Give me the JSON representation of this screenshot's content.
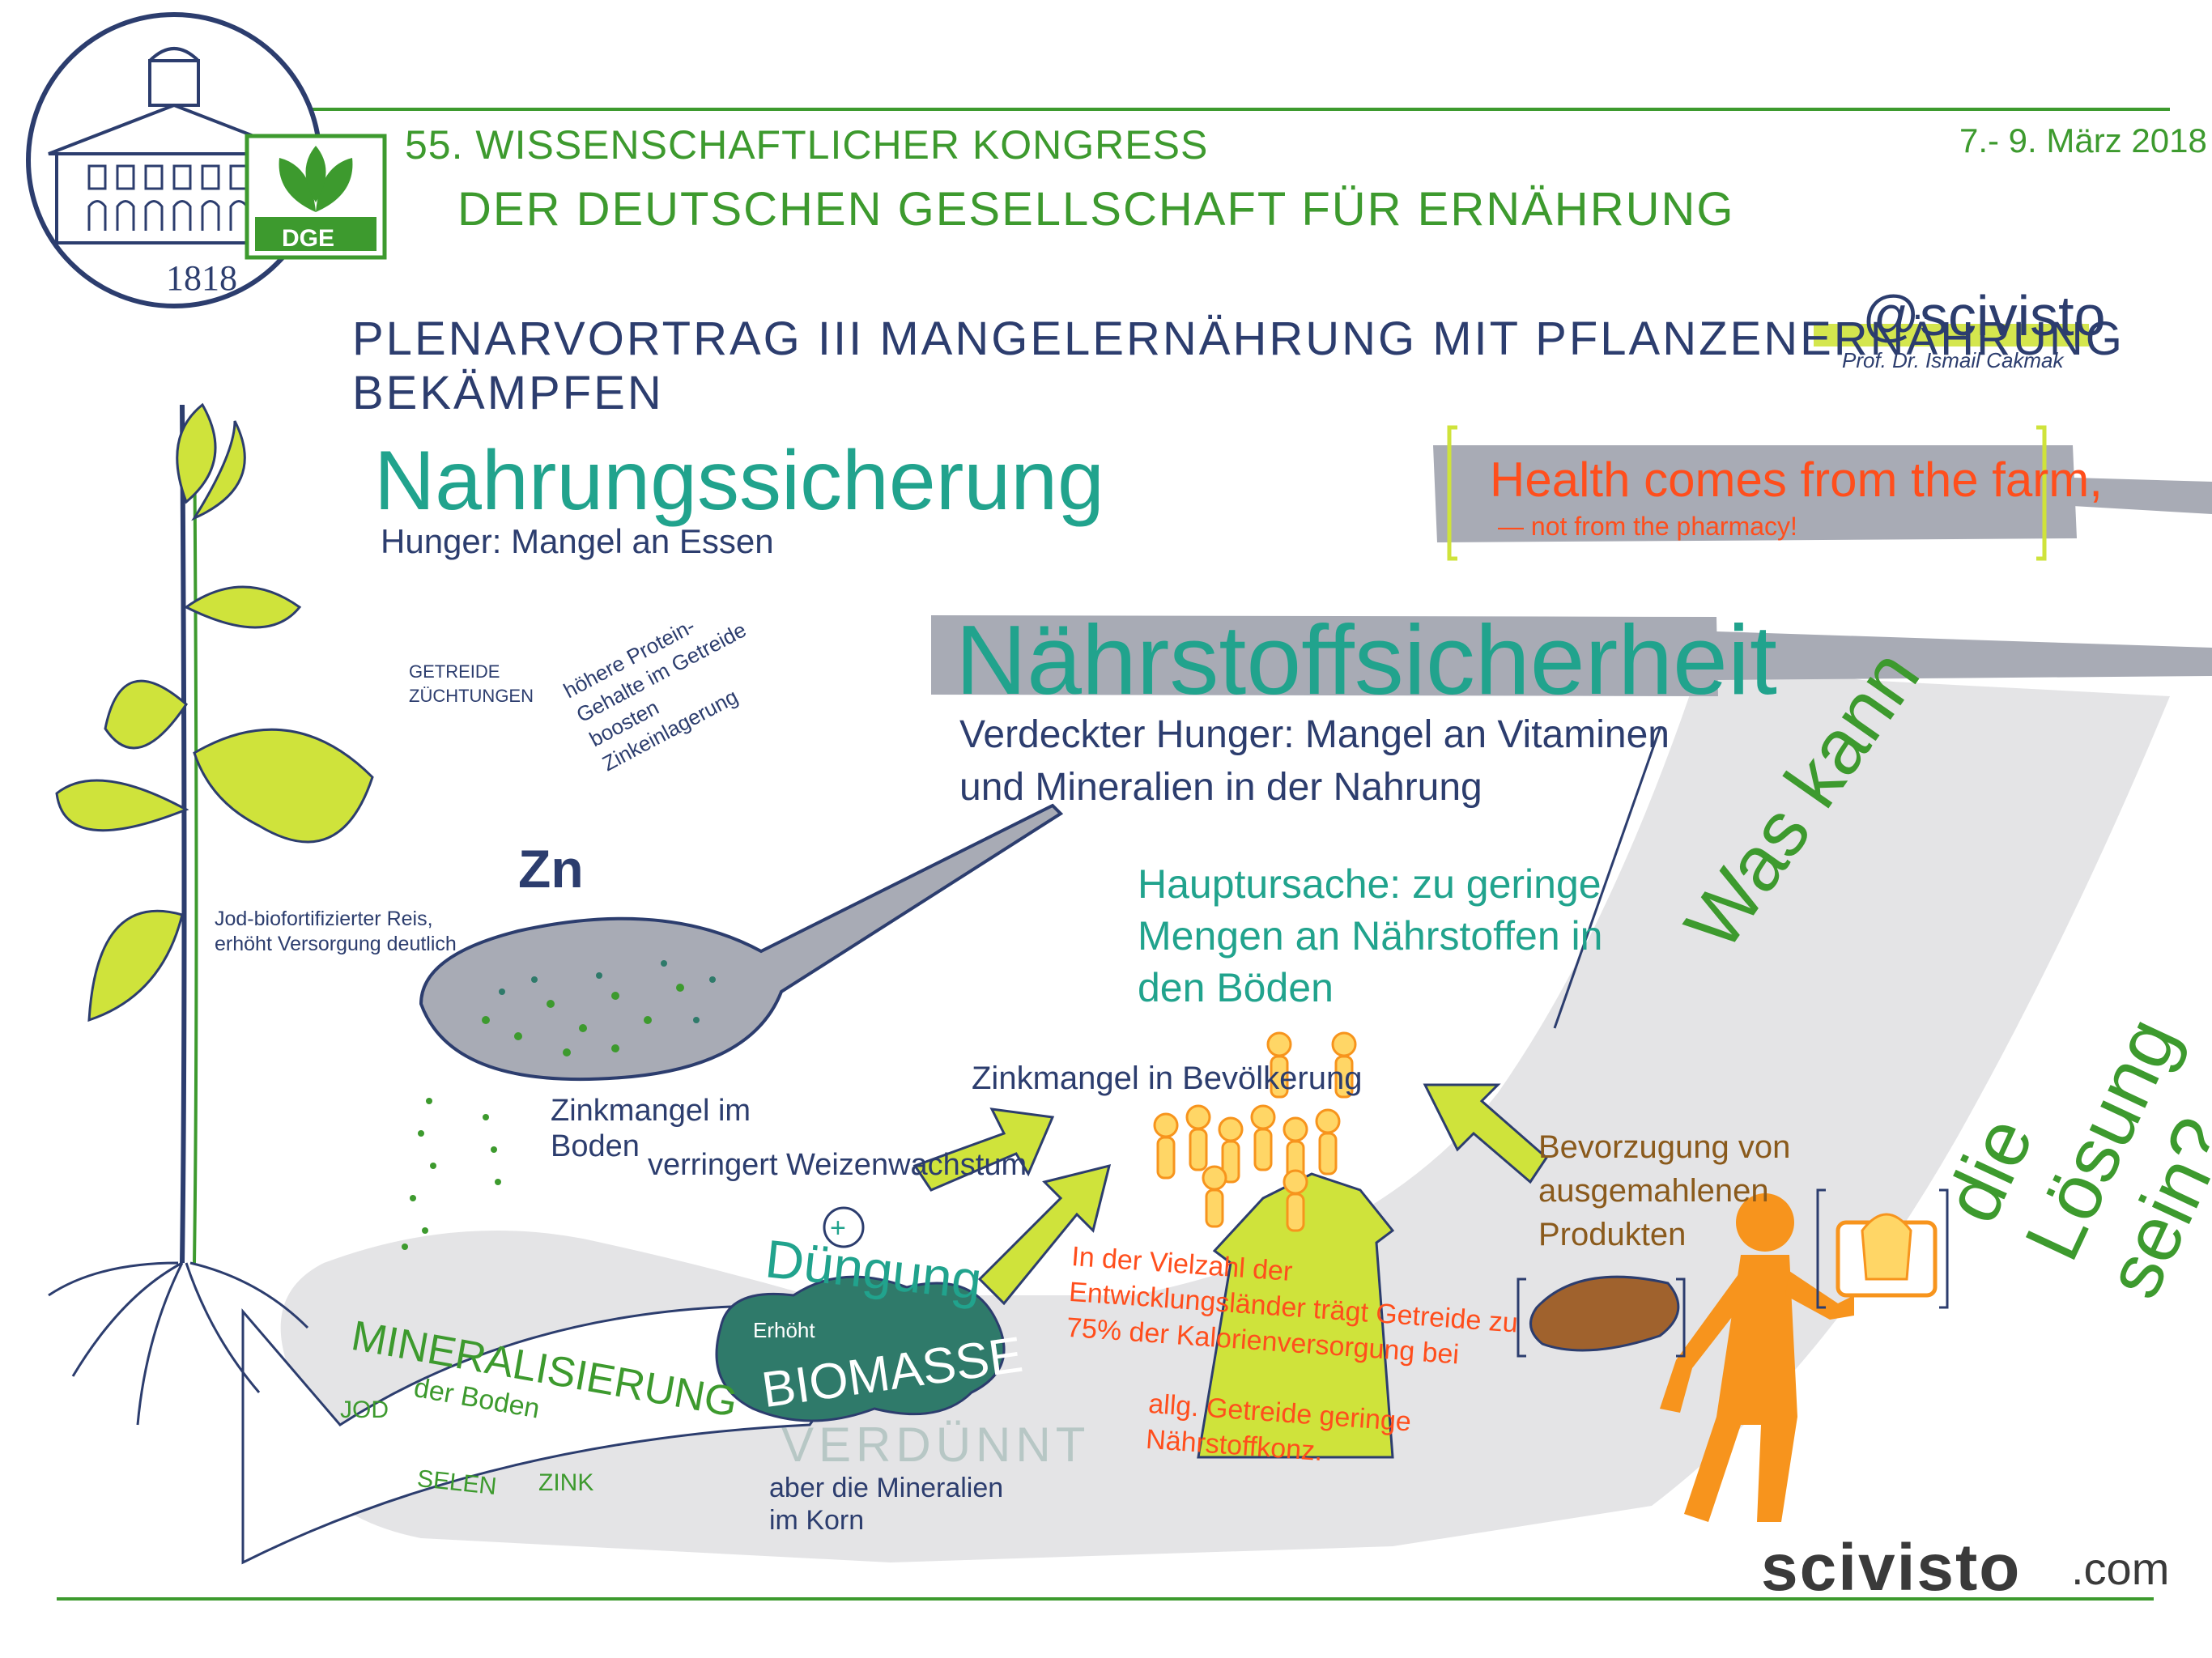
{
  "header": {
    "congress_line1": "55. WISSENSCHAFTLICHER KONGRESS",
    "congress_line2": "DER DEUTSCHEN GESELLSCHAFT FÜR ERNÄHRUNG",
    "date": "7.- 9. März 2018",
    "seal_year": "1818",
    "logo_text": "DGE",
    "title": "PLENARVORTRAG III   MANGELERNÄHRUNG MIT PFLANZENERNÄHRUNG BEKÄMPFEN",
    "handle": "@scivisto",
    "speaker": "Prof. Dr. Ismail Cakmak"
  },
  "sections": {
    "nahrung": {
      "title": "Nahrungssicherung",
      "subtitle": "Hunger: Mangel an Essen"
    },
    "quote": {
      "main": "Health comes from the farm,",
      "sub": "— not from the pharmacy!"
    },
    "naehrstoff": {
      "title": "Nährstoffsicherheit",
      "line1": "Verdeckter Hunger: Mangel an Vitaminen",
      "line2": "und Mineralien in der Nahrung"
    },
    "ursache": "Hauptursache: zu geringe Mengen an Nährstoffen in den Böden"
  },
  "notes": {
    "getreide_line1": "GETREIDE",
    "getreide_line2": "ZÜCHTUNGEN",
    "protein": "höhere Protein-Gehalte im Getreide boosten Zinkeinlagerung",
    "zn": "Zn",
    "jod": "Jod-biofortifizierter Reis, erhöht Versorgung deutlich",
    "zinkmangel_boden_line1": "Zinkmangel im",
    "zinkmangel_boden_line2": "Boden",
    "weizen": "verringert Weizenwachstum",
    "zinkmangel_bev": "Zinkmangel in Bevölkerung",
    "plus": "+",
    "duengung": "Düngung",
    "erhoeht": "Erhöht",
    "biomasse": "BIOMASSE",
    "verduennt": "VERDÜNNT",
    "mineralien_line1": "aber die Mineralien",
    "mineralien_line2": "im Korn",
    "mineralisierung": "MINERALISIERUNG",
    "der_boden": "der Boden",
    "jod_word": "JOD",
    "selen": "SELEN",
    "zink": "ZINK",
    "vielzahl": "In der Vielzahl der Entwicklungsländer trägt Getreide zu 75% der Kalorienversorgung bei",
    "allg": "allg. Getreide geringe Nährstoffkonz.",
    "bevorzugung": "Bevorzugung von ausgemahlenen Produkten",
    "was_kann": "Was kann",
    "loesung": "die Lösung sein?"
  },
  "brand": {
    "main": "scivisto",
    "tld": ".com"
  },
  "colors": {
    "green": "#3d9a2e",
    "teal": "#21a38d",
    "navy": "#2c3d6e",
    "lime": "#cfe33b",
    "orange": "#ff4e1c",
    "figure_orange": "#f7941d",
    "gray": "#a8abb5"
  }
}
